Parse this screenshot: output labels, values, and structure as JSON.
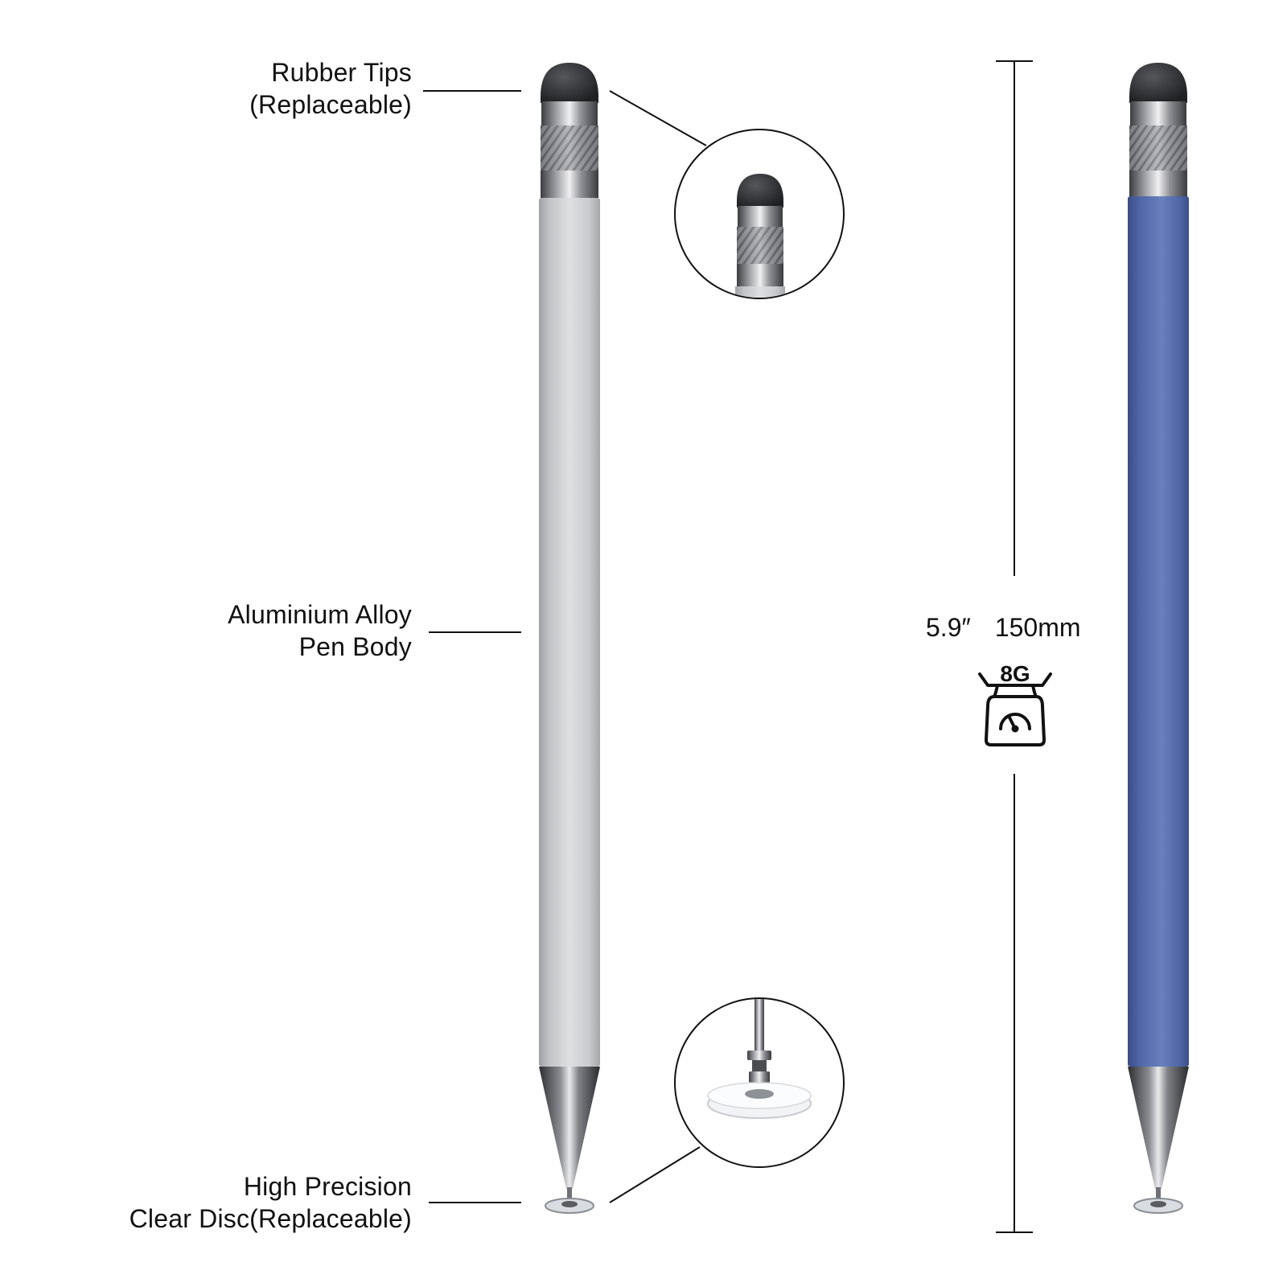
{
  "labels": {
    "rubber_tips": [
      "Rubber Tips",
      "(Replaceable)"
    ],
    "pen_body": [
      "Aluminium Alloy",
      "Pen Body"
    ],
    "clear_disc": [
      "High Precision",
      "Clear Disc(Replaceable)"
    ]
  },
  "dimensions": {
    "length_in": "5.9″",
    "length_mm": "150mm",
    "weight": "8G"
  },
  "colors": {
    "silver_pen": "#c9cacd",
    "blue_pen": "#5268a8",
    "tip_rubber": "#2b2c2e",
    "metal": "#8d8f94"
  },
  "icons": [
    "scale-icon"
  ]
}
